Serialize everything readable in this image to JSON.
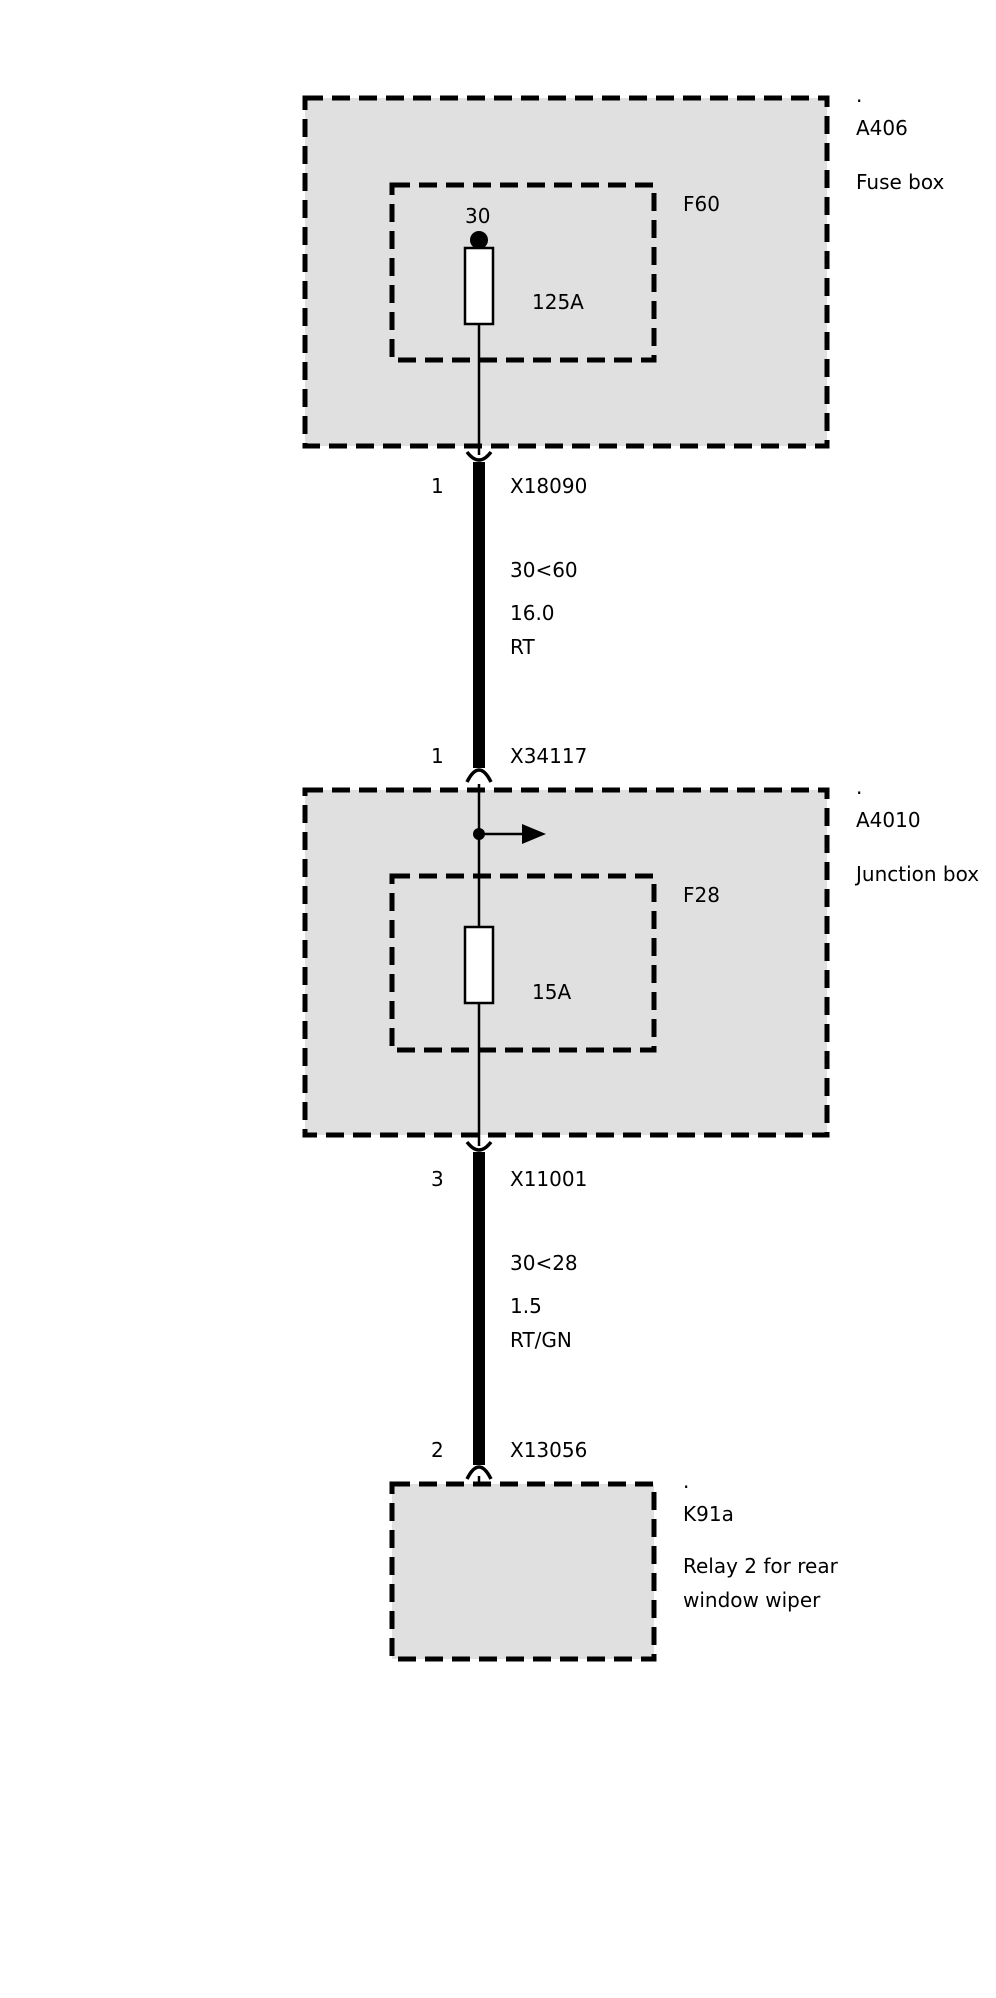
{
  "components": {
    "fuse_box": {
      "dot": ".",
      "id": "A406",
      "label": "Fuse box"
    },
    "fuse_f60": {
      "id": "F60",
      "pin": "30",
      "rating": "125A"
    },
    "junction_box": {
      "dot": ".",
      "id": "A4010",
      "label": "Junction box"
    },
    "fuse_f28": {
      "id": "F28",
      "rating": "15A"
    },
    "relay": {
      "dot": ".",
      "id": "K91a",
      "label_line1": "Relay 2 for rear",
      "label_line2": "window wiper"
    }
  },
  "connectors": {
    "x18090": {
      "pin": "1",
      "id": "X18090"
    },
    "x34117": {
      "pin": "1",
      "id": "X34117"
    },
    "x11001": {
      "pin": "3",
      "id": "X11001"
    },
    "x13056": {
      "pin": "2",
      "id": "X13056"
    }
  },
  "wires": {
    "w1": {
      "circuit": "30<60",
      "gauge": "16.0",
      "color": "RT"
    },
    "w2": {
      "circuit": "30<28",
      "gauge": "1.5",
      "color": "RT/GN"
    }
  }
}
